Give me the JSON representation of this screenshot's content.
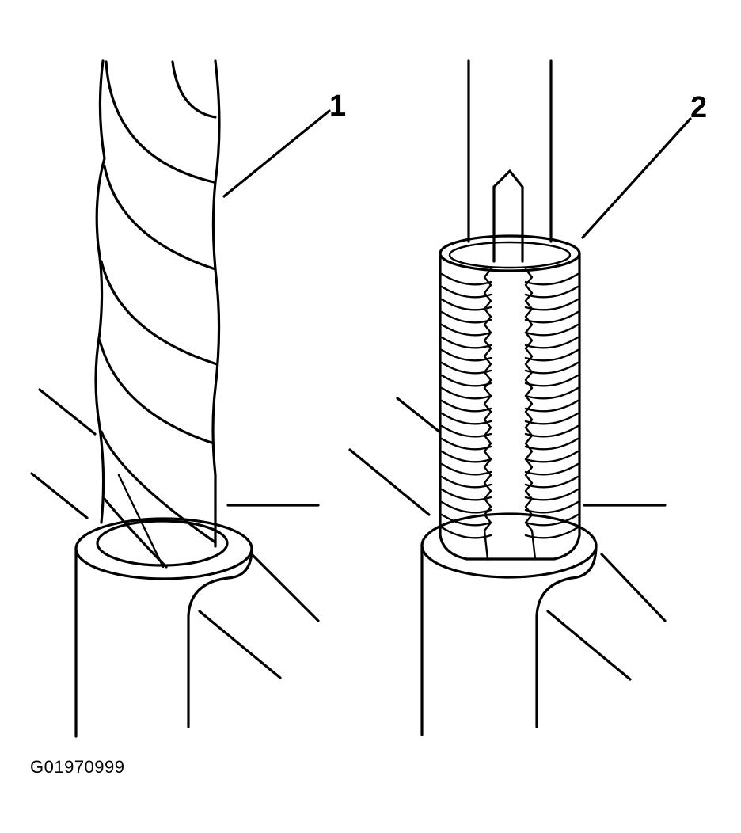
{
  "figure": {
    "id_label": "G01970999",
    "callouts": [
      {
        "number": "1",
        "points_to": "drill-bit"
      },
      {
        "number": "2",
        "points_to": "thread-tap"
      }
    ],
    "stroke_color": "#000000",
    "background_color": "#ffffff"
  }
}
